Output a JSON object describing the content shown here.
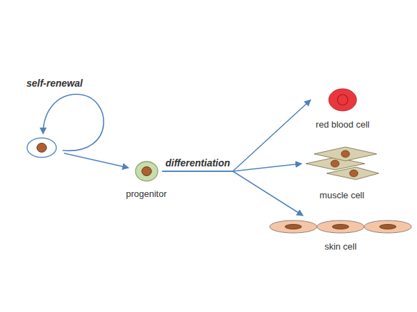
{
  "diagram": {
    "nodes": [
      {
        "text": [
          "progenitor"
        ]
      },
      {
        "text": [
          "red blood cell"
        ]
      },
      {
        "text": [
          "muscle cell"
        ]
      },
      {
        "text": [
          "skin cell"
        ]
      }
    ],
    "edges": [
      {
        "from": 0,
        "to": 1,
        "arrow": "to"
      },
      {
        "from": 0,
        "to": 2,
        "arrow": "to",
        "label": "differentiation"
      },
      {
        "from": 0,
        "to": 3,
        "arrow": "to"
      }
    ],
    "labels": [
      "self-renewal"
    ]
  }
}
